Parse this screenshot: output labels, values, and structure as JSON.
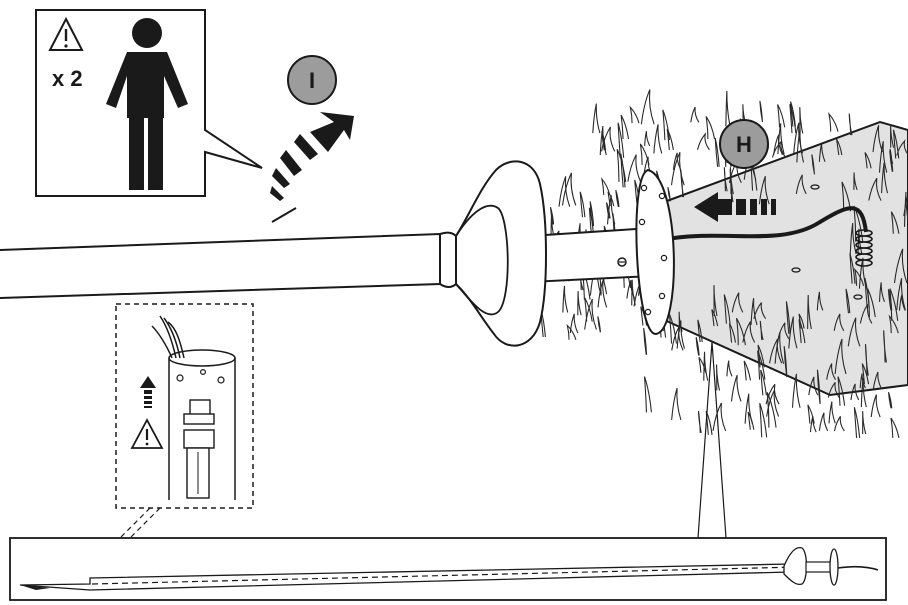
{
  "warning_panel": {
    "people_count": "x 2",
    "warning_icon": "warning-triangle-icon",
    "person_icon": "person-icon"
  },
  "steps": {
    "step_i": "I",
    "step_h": "H"
  },
  "detail_panel": {
    "warning_icon": "warning-triangle-icon",
    "arrow_icon": "dashed-up-arrow-icon"
  },
  "colors": {
    "badge_fill": "#9c9c9c",
    "line": "#1a1a1a",
    "surface": "#e2e2e2"
  }
}
